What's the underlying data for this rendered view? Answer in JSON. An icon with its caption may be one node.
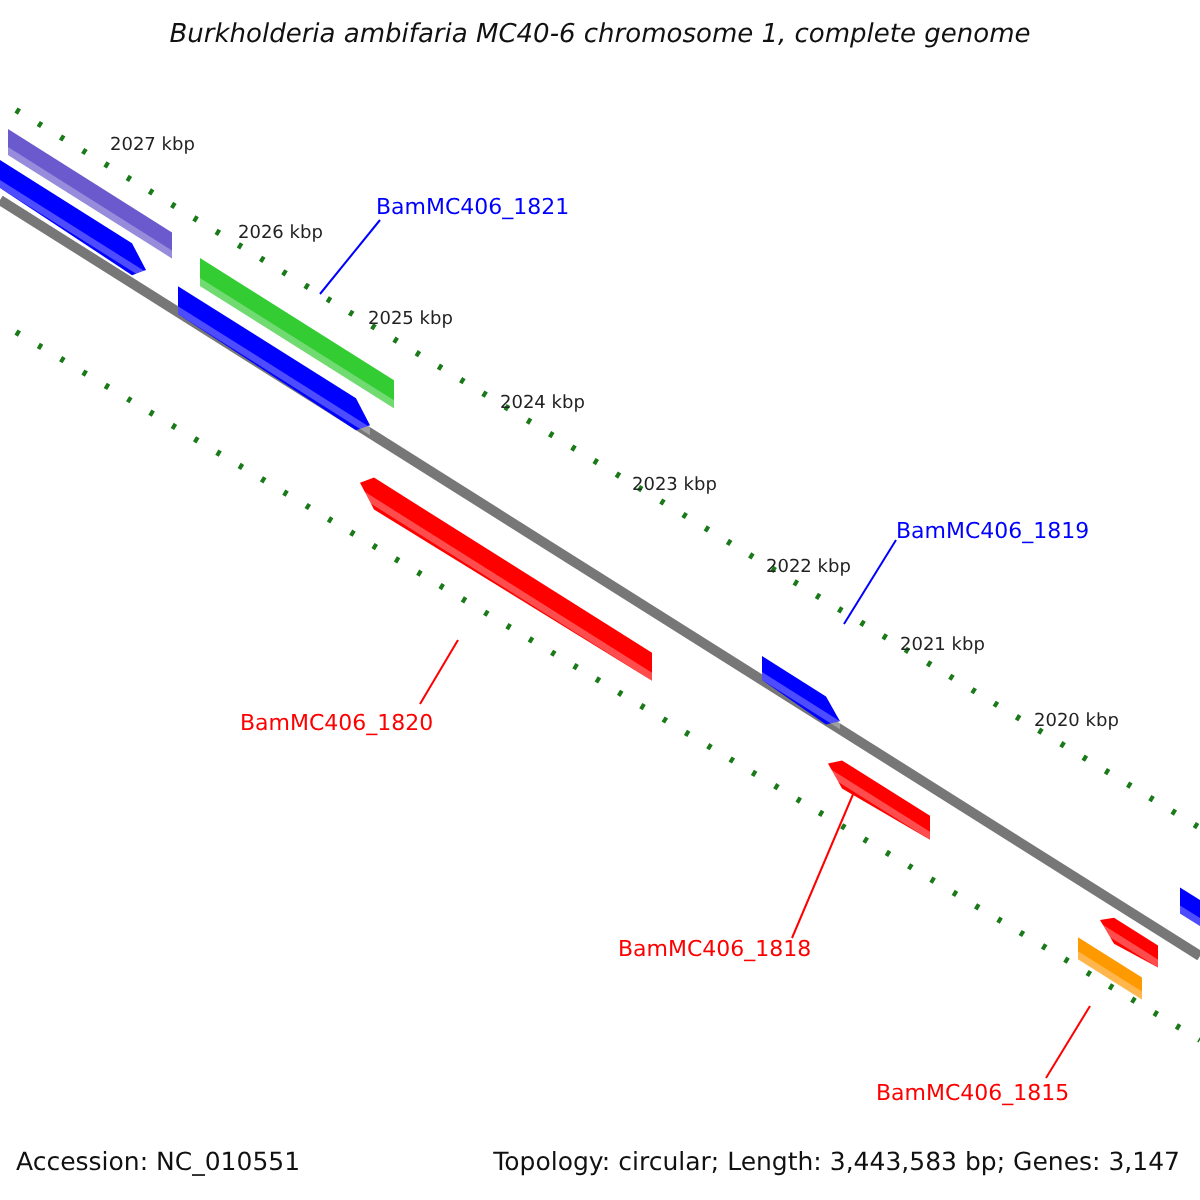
{
  "diagram": {
    "title": "Burkholderia ambifaria MC40-6 chromosome 1, complete genome",
    "nodes": [
      {
        "text": [
          "BamMC406_1821"
        ]
      },
      {
        "text": [],
        "shape": "bar"
      },
      {
        "text": [
          "BamMC406_1819"
        ]
      },
      {
        "text": [],
        "shape": "bar"
      },
      {
        "text": [
          "BamMC406_1820"
        ]
      },
      {
        "text": [],
        "shape": "bar"
      },
      {
        "text": [
          "BamMC406_1818"
        ]
      },
      {
        "text": [],
        "shape": "bar"
      },
      {
        "text": [
          "BamMC406_1815"
        ]
      },
      {
        "text": [],
        "shape": "bar"
      }
    ],
    "edges": [
      {
        "from": 0,
        "to": 1,
        "arrow": "none",
        "color": "#0000ff"
      },
      {
        "from": 2,
        "to": 3,
        "arrow": "none",
        "color": "#0000ff"
      },
      {
        "from": 4,
        "to": 5,
        "arrow": "none"
      },
      {
        "from": 6,
        "to": 7,
        "arrow": "none"
      },
      {
        "from": 8,
        "to": 9,
        "arrow": "none"
      }
    ],
    "labels": [
      "2027 kbp",
      "2026 kbp",
      "2025 kbp",
      "2024 kbp",
      "2023 kbp",
      "2022 kbp",
      "2021 kbp",
      "2020 kbp",
      "Accession: NC_010551",
      "Topology: circular; Length: 3,443,583 bp; Genes: 3,147"
    ]
  }
}
